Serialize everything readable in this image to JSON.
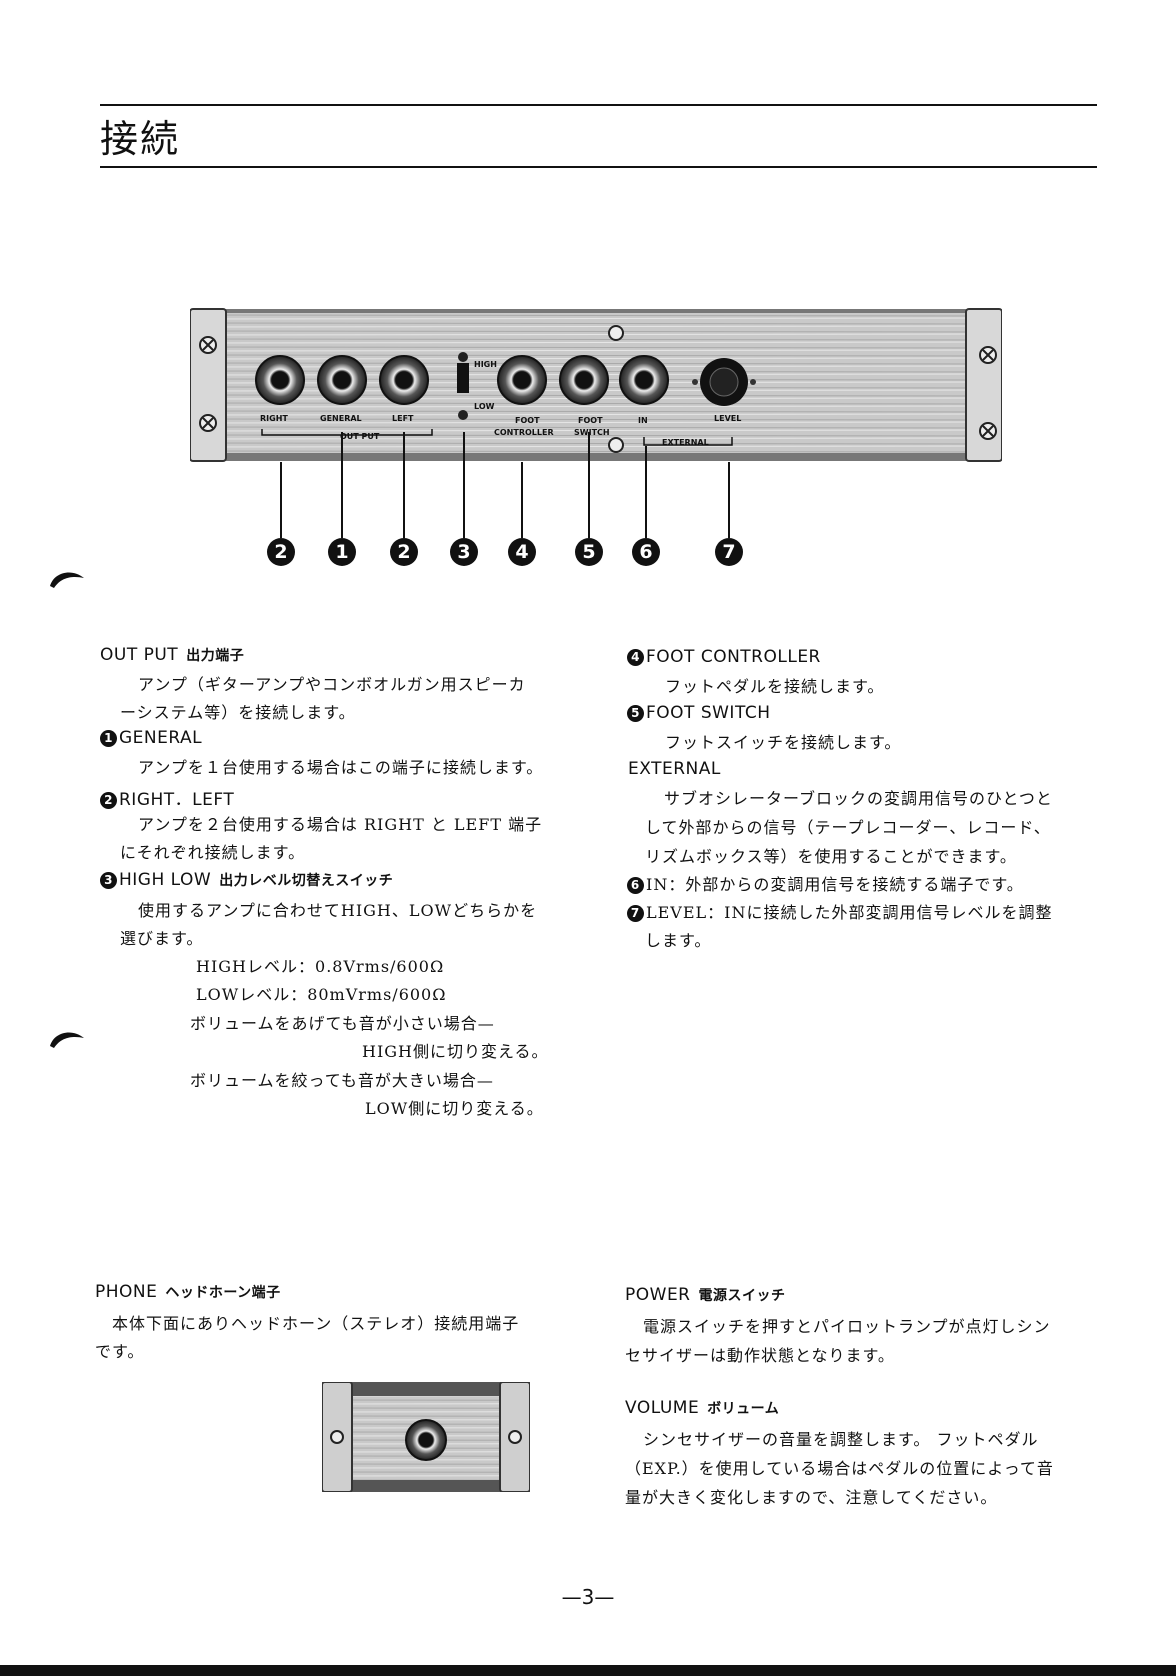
{
  "page": {
    "title": "接続",
    "page_number": "—3—"
  },
  "panel_labels": {
    "right": "RIGHT",
    "general": "GENERAL",
    "left": "LEFT",
    "output": "OUT PUT",
    "high": "HIGH",
    "low": "LOW",
    "foot_top": "FOOT",
    "controller": "CONTROLLER",
    "foot_switch_top": "FOOT",
    "switch": "SWITCH",
    "in": "IN",
    "external": "EXTERNAL",
    "level": "LEVEL"
  },
  "callouts": [
    "2",
    "1",
    "2",
    "3",
    "4",
    "5",
    "6",
    "7"
  ],
  "left_column": {
    "output_heading": "OUT PUT",
    "output_heading_jp": "出力端子",
    "output_desc_1": "アンプ（ギターアンプやコンボオルガン用スピーカ",
    "output_desc_2": "ーシステム等）を接続します。",
    "general_bullet": "1",
    "general_heading": "GENERAL",
    "general_desc": "アンプを１台使用する場合はこの端子に接続します。",
    "rl_bullet": "2",
    "rl_heading": "RIGHT．LEFT",
    "rl_desc_1": "アンプを２台使用する場合は RIGHT と LEFT 端子",
    "rl_desc_2": "にそれぞれ接続します。",
    "hl_bullet": "3",
    "hl_heading": "HIGH LOW",
    "hl_heading_jp": "出力レベル切替えスイッチ",
    "hl_desc_1": "使用するアンプに合わせてHIGH、LOWどちらかを",
    "hl_desc_2": "選びます。",
    "high_level": "HIGHレベル：0.8Vrms/600Ω",
    "low_level": "LOWレベル：80mVrms/600Ω",
    "note_1a": "ボリュームをあげても音が小さい場合—",
    "note_1b": "HIGH側に切り変える。",
    "note_2a": "ボリュームを絞っても音が大きい場合—",
    "note_2b": "LOW側に切り変える。"
  },
  "right_column": {
    "fc_bullet": "4",
    "fc_heading": "FOOT CONTROLLER",
    "fc_desc": "フットペダルを接続します。",
    "fs_bullet": "5",
    "fs_heading": "FOOT SWITCH",
    "fs_desc": "フットスイッチを接続します。",
    "ext_heading": "EXTERNAL",
    "ext_desc_1": "サブオシレーターブロックの変調用信号のひとつと",
    "ext_desc_2": "して外部からの信号（テープレコーダー、レコード、",
    "ext_desc_3": "リズムボックス等）を使用することができます。",
    "in_bullet": "6",
    "in_text": "IN：外部からの変調用信号を接続する端子です。",
    "level_bullet": "7",
    "level_text_1": "LEVEL：INに接続した外部変調用信号レベルを調整",
    "level_text_2": "します。"
  },
  "phone": {
    "heading": "PHONE",
    "heading_jp": "ヘッドホーン端子",
    "desc_1": "本体下面にありヘッドホーン（ステレオ）接続用端子",
    "desc_2": "です。"
  },
  "power": {
    "heading": "POWER",
    "heading_jp": "電源スイッチ",
    "desc_1": "電源スイッチを押すとパイロットランプが点灯しシン",
    "desc_2": "セサイザーは動作状態となります。"
  },
  "volume": {
    "heading": "VOLUME",
    "heading_jp": "ボリューム",
    "desc_1": "シンセサイザーの音量を調整します。 フットペダル",
    "desc_2": "（EXP.）を使用している場合はペダルの位置によって音",
    "desc_3": "量が大きく変化しますので、注意してください。"
  }
}
